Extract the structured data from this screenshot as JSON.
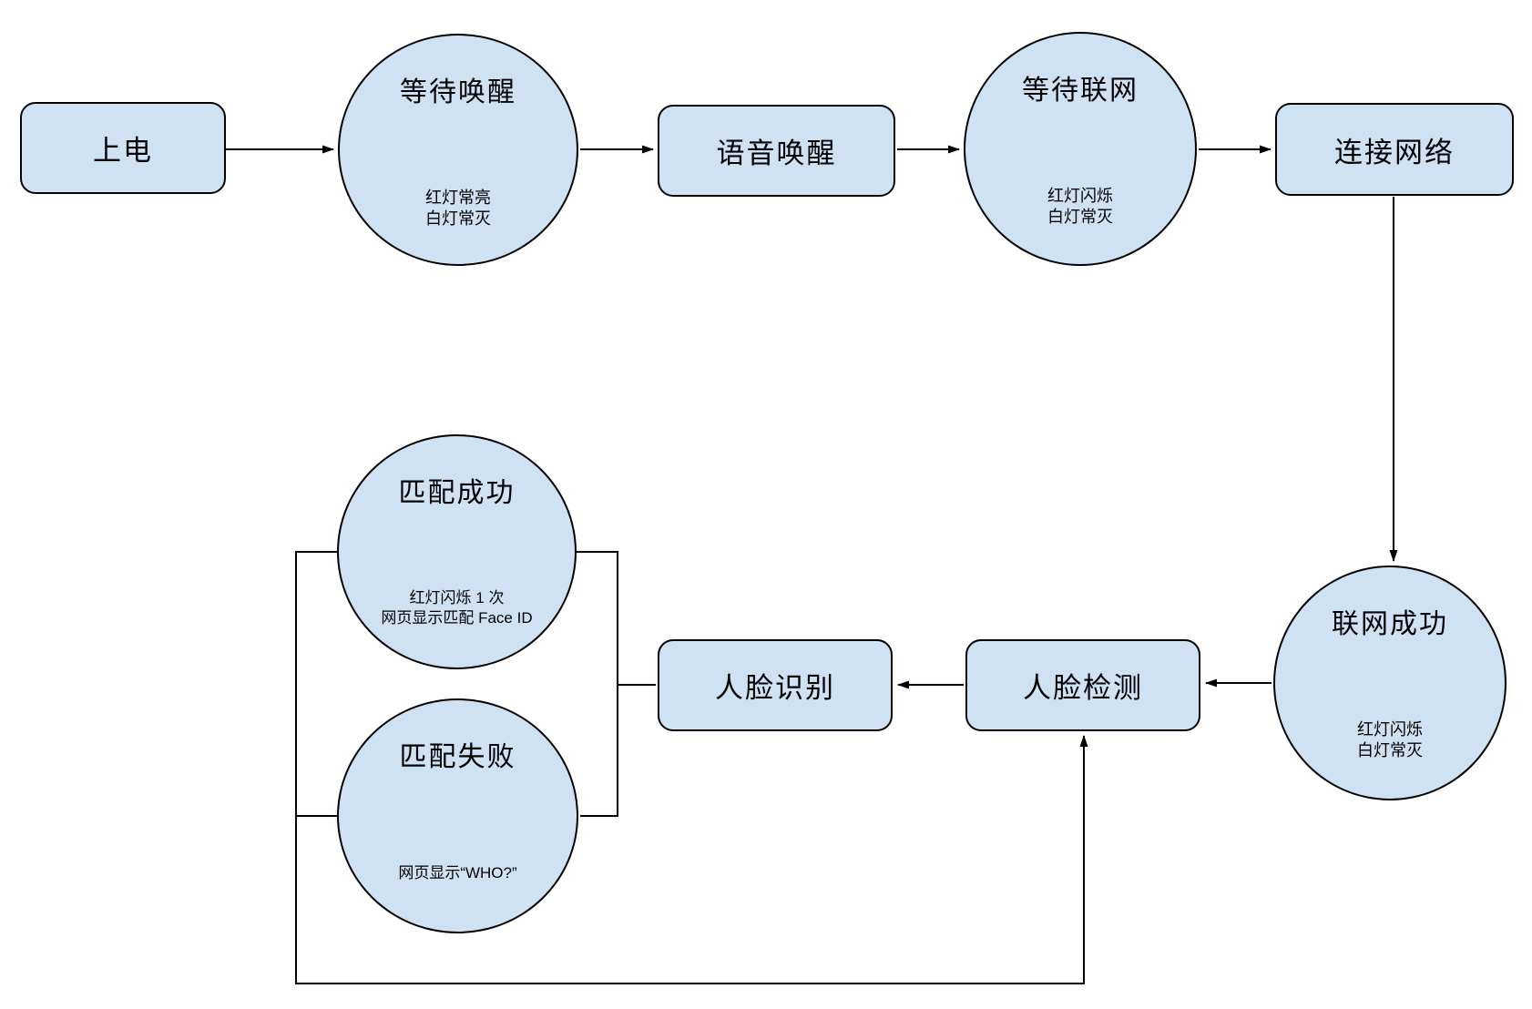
{
  "diagram": {
    "colors": {
      "node_fill": "#cfe2f3",
      "node_stroke": "#000000",
      "edge_color": "#000000",
      "background": "#ffffff"
    },
    "nodes": {
      "power_on": {
        "label": "上电"
      },
      "wait_wake": {
        "title": "等待唤醒",
        "sub1": "红灯常亮",
        "sub2": "白灯常灭"
      },
      "voice_wake": {
        "label": "语音唤醒"
      },
      "wait_network": {
        "title": "等待联网",
        "sub1": "红灯闪烁",
        "sub2": "白灯常灭"
      },
      "connect_network": {
        "label": "连接网络"
      },
      "network_ok": {
        "title": "联网成功",
        "sub1": "红灯闪烁",
        "sub2": "白灯常灭"
      },
      "face_detect": {
        "label": "人脸检测"
      },
      "face_recognize": {
        "label": "人脸识别"
      },
      "match_ok": {
        "title": "匹配成功",
        "sub1": "红灯闪烁 1 次",
        "sub2": "网页显示匹配 Face ID"
      },
      "match_fail": {
        "title": "匹配失败",
        "sub1": "网页显示“WHO?”"
      }
    },
    "edges": [
      {
        "from": "上电",
        "to": "等待唤醒",
        "arrow": true
      },
      {
        "from": "等待唤醒",
        "to": "语音唤醒",
        "arrow": true
      },
      {
        "from": "语音唤醒",
        "to": "等待联网",
        "arrow": true
      },
      {
        "from": "等待联网",
        "to": "连接网络",
        "arrow": true
      },
      {
        "from": "连接网络",
        "to": "联网成功",
        "arrow": true
      },
      {
        "from": "联网成功",
        "to": "人脸检测",
        "arrow": true
      },
      {
        "from": "人脸检测",
        "to": "人脸识别",
        "arrow": true
      },
      {
        "from": "人脸识别",
        "to": "匹配成功",
        "arrow": false
      },
      {
        "from": "人脸识别",
        "to": "匹配失败",
        "arrow": false
      },
      {
        "from": "匹配成功",
        "to": "人脸检测",
        "arrow": true
      },
      {
        "from": "匹配失败",
        "to": "人脸检测",
        "arrow": true
      }
    ]
  }
}
